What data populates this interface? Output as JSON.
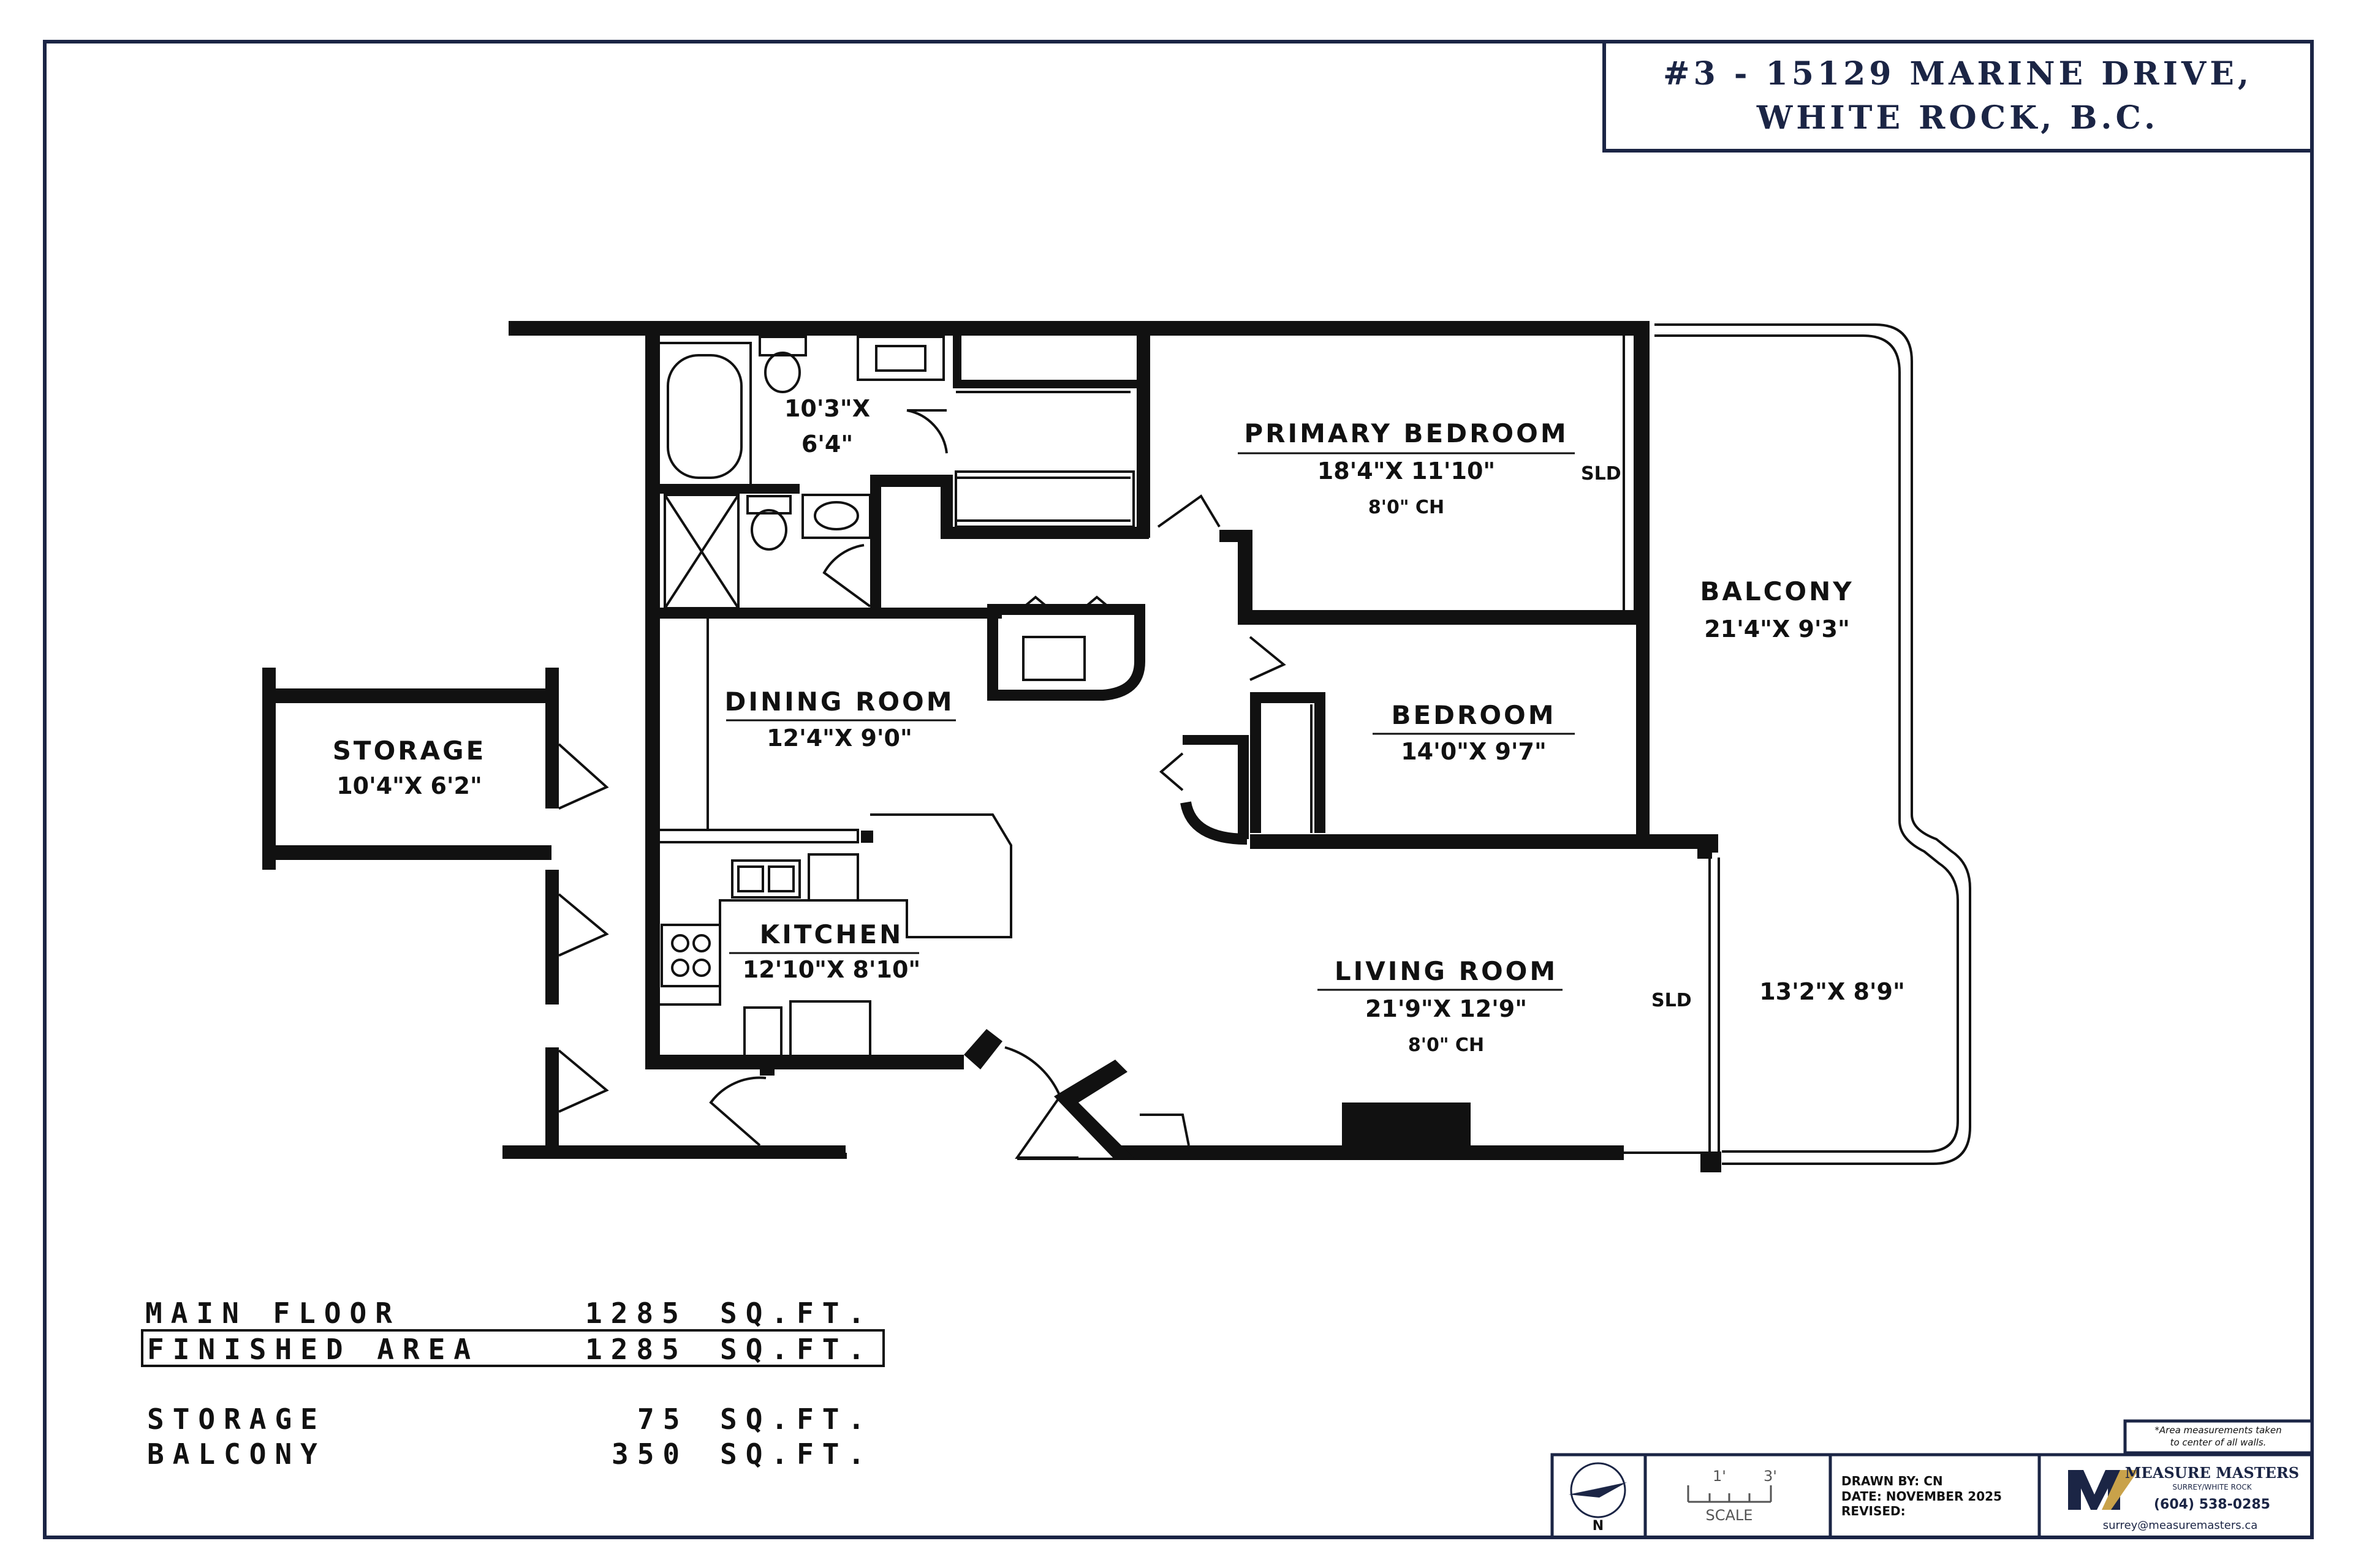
{
  "title": {
    "line1": "#3 - 15129 MARINE DRIVE,",
    "line2": "WHITE ROCK, B.C."
  },
  "rooms": {
    "bath": {
      "dims1": "10'3\"X",
      "dims2": "6'4\""
    },
    "primary_bedroom": {
      "name": "PRIMARY BEDROOM",
      "dims": "18'4\"X 11'10\"",
      "ceiling": "8'0\" CH",
      "door": "SLD"
    },
    "balcony": {
      "name": "BALCONY",
      "dims": "21'4\"X 9'3\"",
      "dims2": "13'2\"X 8'9\""
    },
    "bedroom": {
      "name": "BEDROOM",
      "dims": "14'0\"X 9'7\""
    },
    "dining": {
      "name": "DINING ROOM",
      "dims": "12'4\"X 9'0\""
    },
    "storage": {
      "name": "STORAGE",
      "dims": "10'4\"X 6'2\""
    },
    "kitchen": {
      "name": "KITCHEN",
      "dims": "12'10\"X 8'10\""
    },
    "living": {
      "name": "LIVING ROOM",
      "dims": "21'9\"X 12'9\"",
      "ceiling": "8'0\" CH",
      "door": "SLD"
    }
  },
  "areas": [
    {
      "label": "MAIN FLOOR",
      "value": "1285",
      "unit": "SQ.FT."
    },
    {
      "label": "FINISHED AREA",
      "value": "1285",
      "unit": "SQ.FT."
    },
    {
      "label": "STORAGE",
      "value": "75",
      "unit": "SQ.FT."
    },
    {
      "label": "BALCONY",
      "value": "350",
      "unit": "SQ.FT."
    }
  ],
  "footer": {
    "note1": "*Area measurements taken",
    "note2": "to center of all walls.",
    "compass": "N",
    "scale_1": "1'",
    "scale_3": "3'",
    "scale_label": "SCALE",
    "drawn_by": "DRAWN BY: CN",
    "date": "DATE: NOVEMBER 2025",
    "revised": "REVISED:",
    "brand": "MEASURE MASTERS",
    "brand_sub": "SURREY/WHITE ROCK",
    "phone": "(604) 538-0285",
    "email": "surrey@measuremasters.ca",
    "colors": {
      "navy": "#1b2545",
      "gold": "#c9a24a"
    }
  }
}
